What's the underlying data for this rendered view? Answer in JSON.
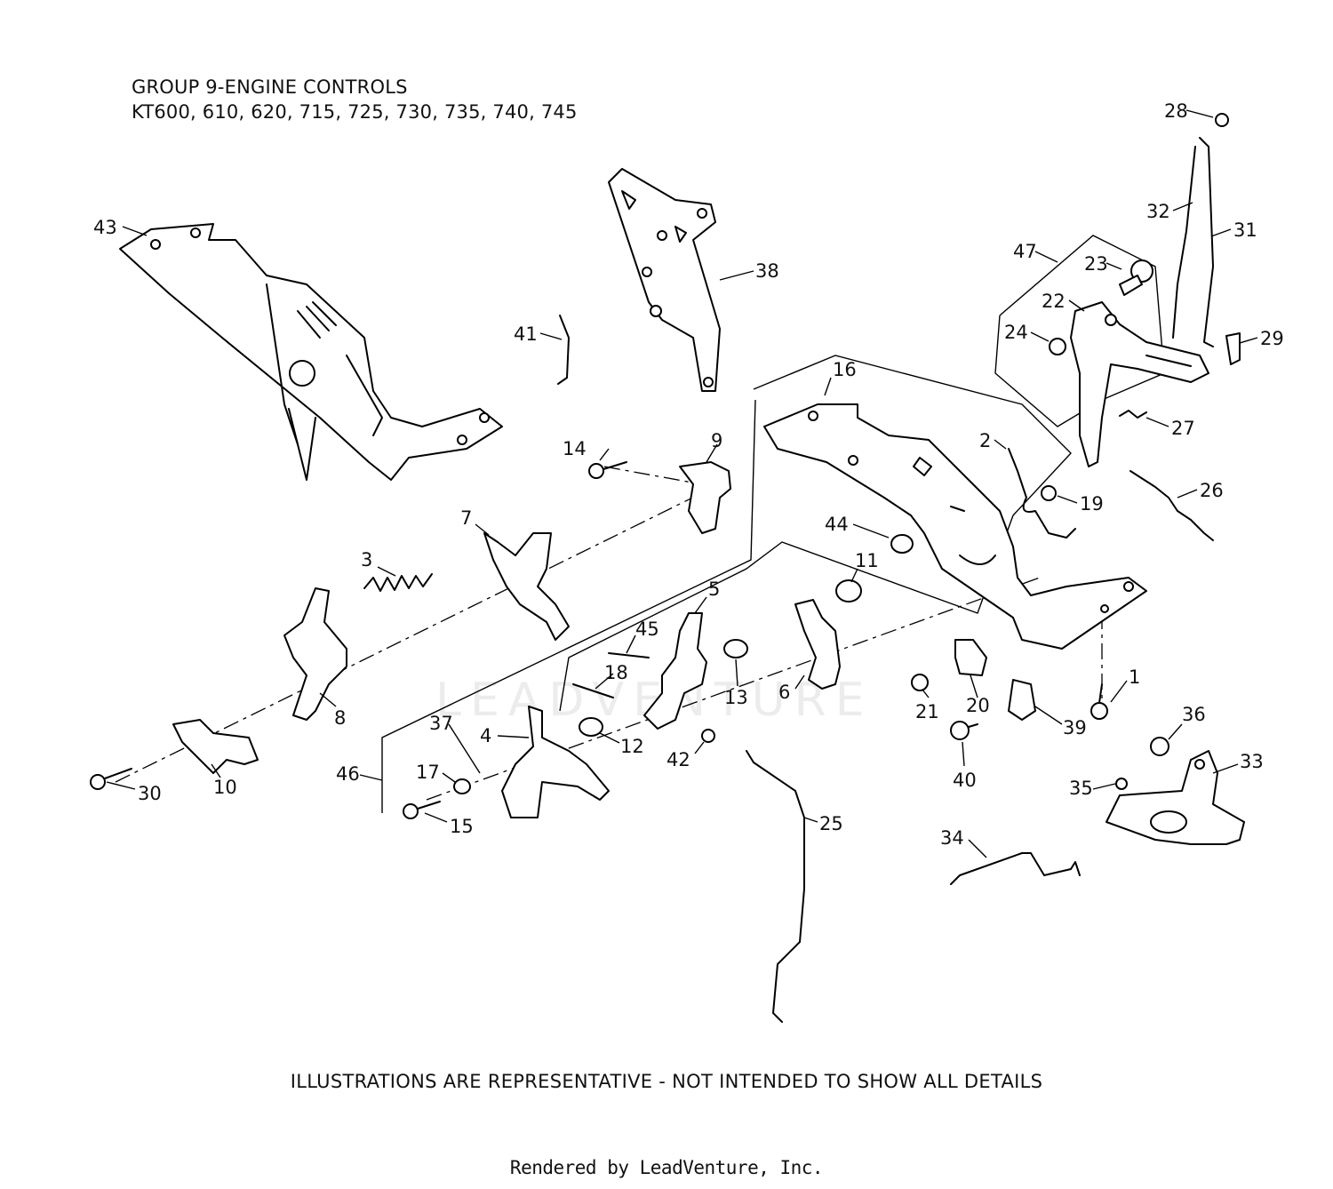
{
  "header": {
    "title": "GROUP 9-ENGINE CONTROLS",
    "models": "KT600, 610, 620, 715, 725, 730, 735, 740, 745"
  },
  "footer": {
    "disclaimer": "ILLUSTRATIONS ARE REPRESENTATIVE - NOT INTENDED TO SHOW ALL DETAILS",
    "credit": "Rendered by LeadVenture, Inc."
  },
  "watermark": {
    "text": "LEADVENTURE"
  },
  "callouts": [
    "1",
    "2",
    "3",
    "4",
    "5",
    "6",
    "7",
    "8",
    "9",
    "10",
    "11",
    "12",
    "13",
    "14",
    "15",
    "16",
    "17",
    "18",
    "19",
    "20",
    "21",
    "22",
    "23",
    "24",
    "25",
    "26",
    "27",
    "28",
    "29",
    "30",
    "31",
    "32",
    "33",
    "34",
    "35",
    "36",
    "37",
    "38",
    "39",
    "40",
    "41",
    "42",
    "43",
    "44",
    "45",
    "46",
    "47"
  ],
  "colors": {
    "line": "#000000",
    "text": "#111111",
    "watermark": "#ececec"
  }
}
